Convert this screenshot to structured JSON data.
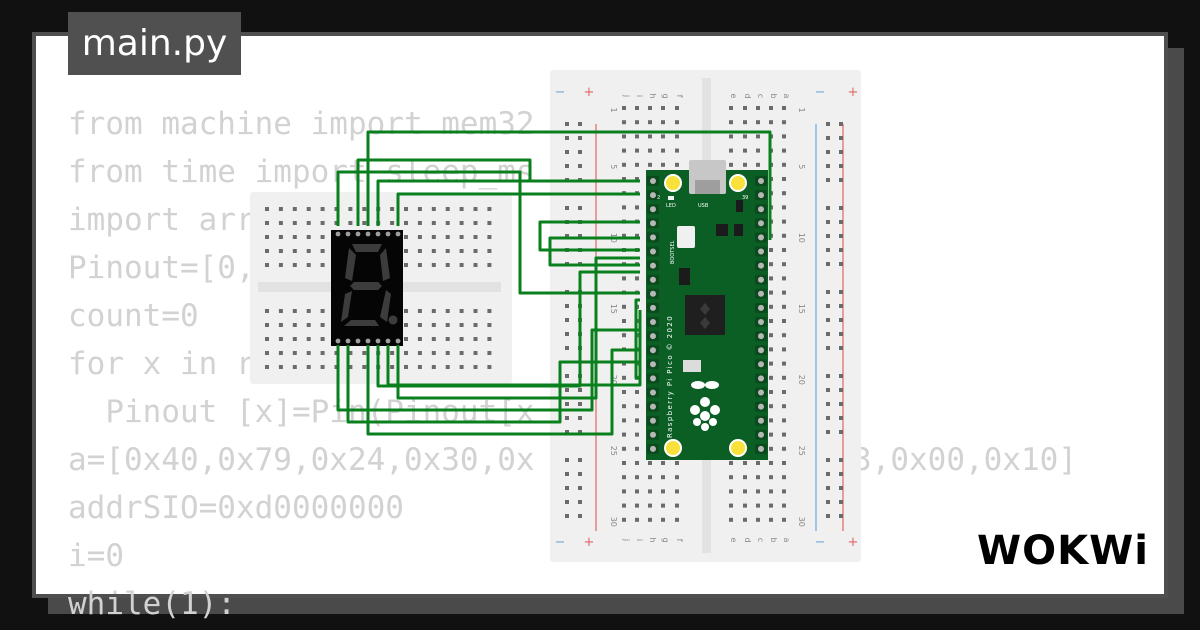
{
  "tab": {
    "filename": "main.py"
  },
  "code_lines": [
    "from machine import mem32",
    "from time import sleep_ms",
    "import arr",
    "Pinout=[0,",
    "count=0",
    "for x in r",
    "  Pinout [x]=Pin(Pinout[x",
    "a=[0x40,0x79,0x24,0x30,0x",
    "addrSIO=0xd0000000",
    "i=0",
    "while(1):"
  ],
  "code_tail": "3,0x00,0x10]",
  "breadboard": {
    "left_letters": [
      "j",
      "i",
      "h",
      "g",
      "f"
    ],
    "right_letters": [
      "e",
      "d",
      "c",
      "b",
      "a"
    ],
    "row_numbers": [
      "1",
      "5",
      "10",
      "15",
      "20",
      "25",
      "30"
    ],
    "rail_plus": "+",
    "rail_minus": "−"
  },
  "pico": {
    "usb_label": "USB",
    "led_label": "LED",
    "bootsel_label": "BOOTSEL",
    "board_label": "Raspberry Pi Pico © 2020",
    "pin_39": "39",
    "pin_2": "2"
  },
  "brand": {
    "logo_text": "WOKWi"
  },
  "colors": {
    "wire": "#0a7f1e",
    "board": "#0b5f25",
    "breadboard": "#f0f0f0",
    "code": "#d2d2d2",
    "rail_red": "#e06666",
    "rail_blue": "#6fa8dc"
  }
}
